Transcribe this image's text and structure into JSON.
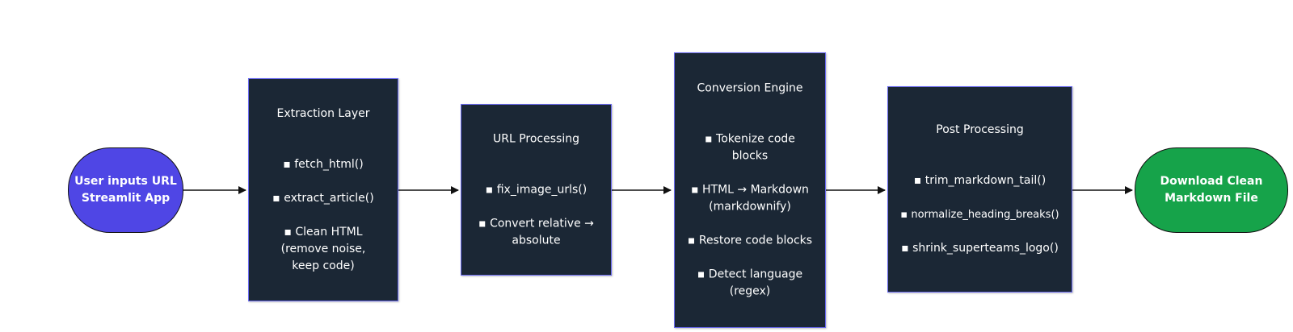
{
  "start_node": {
    "lines": [
      "User inputs URL",
      "Streamlit App"
    ]
  },
  "extraction": {
    "title": "Extraction Layer",
    "items": [
      "▪ fetch_html()",
      "▪ extract_article()",
      "▪ Clean HTML (remove noise, keep code)"
    ]
  },
  "url_processing": {
    "title": "URL Processing",
    "items": [
      "▪ fix_image_urls()",
      "▪ Convert relative → absolute"
    ]
  },
  "conversion": {
    "title": "Conversion Engine",
    "items": [
      "▪ Tokenize code blocks",
      "▪ HTML → Markdown (markdownify)",
      "▪ Restore code blocks",
      "▪ Detect language (regex)"
    ]
  },
  "post_processing": {
    "title": "Post Processing",
    "items": [
      "▪ trim_markdown_tail()",
      "▪ normalize_heading_breaks()",
      "▪ shrink_superteams_logo()"
    ]
  },
  "end_node": {
    "lines": [
      "Download Clean",
      "Markdown File"
    ]
  },
  "colors": {
    "box_fill": "#1b2735",
    "box_border": "#6b6bf0",
    "start_fill": "#4f46e5",
    "end_fill": "#16a34a",
    "arrow": "#111111"
  }
}
